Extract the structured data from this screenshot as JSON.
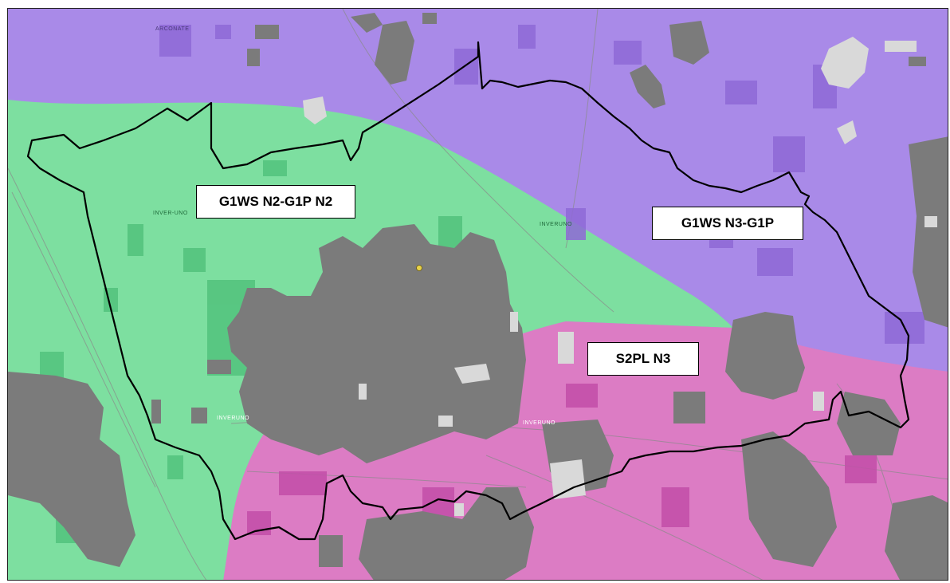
{
  "colors": {
    "zone_purple": "#a98ae8",
    "zone_green": "#7ddfa0",
    "zone_pink": "#dc7cc4",
    "built_gray": "#7b7b7b",
    "boundary_line": "#000000",
    "road_line": "#8a8a8a",
    "point_marker": "#e8d24a"
  },
  "zones": [
    {
      "id": "zone-g1ws-n2-g1p-n2",
      "label": "G1WS N2-G1P N2",
      "color": "#7ddfa0"
    },
    {
      "id": "zone-g1ws-n3-g1p",
      "label": "G1WS N3-G1P",
      "color": "#a98ae8"
    },
    {
      "id": "zone-s2pl-n3",
      "label": "S2PL N3",
      "color": "#dc7cc4"
    }
  ],
  "place_labels": {
    "top": "ARCONATE",
    "west": "INVER-UNO",
    "east": "INVERUNO",
    "center": "INVERUNO",
    "south": "INVERUNO"
  }
}
